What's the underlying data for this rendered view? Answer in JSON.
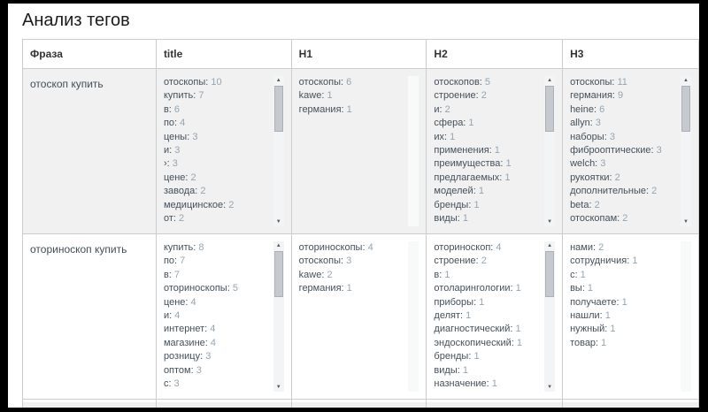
{
  "page": {
    "title": "Анализ тегов"
  },
  "icons": {
    "scroll_up": "▲",
    "scroll_down": "▼"
  },
  "colors": {
    "frame": "#000000",
    "row_stripe": "#f1f1f1",
    "table_border": "#cccccc",
    "word_text": "#44505b",
    "count_text": "#95a4b1",
    "scrollbar_thumb": "#c6cace"
  },
  "table": {
    "headers": [
      "Фраза",
      "title",
      "H1",
      "H2",
      "H3"
    ],
    "column_keys": [
      "title",
      "h1",
      "h2",
      "h3"
    ],
    "rows": [
      {
        "phrase": "отоскоп купить",
        "title": [
          {
            "word": "отоскопы",
            "count": 10
          },
          {
            "word": "купить",
            "count": 7
          },
          {
            "word": "в",
            "count": 6
          },
          {
            "word": "по",
            "count": 4
          },
          {
            "word": "цены",
            "count": 3
          },
          {
            "word": "и",
            "count": 3
          },
          {
            "word": "›",
            "count": 3
          },
          {
            "word": "цене",
            "count": 2
          },
          {
            "word": "завода",
            "count": 2
          },
          {
            "word": "медицинское",
            "count": 2
          },
          {
            "word": "от",
            "count": 2
          }
        ],
        "h1": [
          {
            "word": "отоскопы",
            "count": 6
          },
          {
            "word": "kawe",
            "count": 1
          },
          {
            "word": "германия",
            "count": 1
          }
        ],
        "h2": [
          {
            "word": "отоскопов",
            "count": 5
          },
          {
            "word": "строение",
            "count": 2
          },
          {
            "word": "и",
            "count": 2
          },
          {
            "word": "сфера",
            "count": 1
          },
          {
            "word": "их",
            "count": 1
          },
          {
            "word": "применения",
            "count": 1
          },
          {
            "word": "преимущества",
            "count": 1
          },
          {
            "word": "предлагаемых",
            "count": 1
          },
          {
            "word": "моделей",
            "count": 1
          },
          {
            "word": "бренды",
            "count": 1
          },
          {
            "word": "виды",
            "count": 1
          }
        ],
        "h3": [
          {
            "word": "отоскопы",
            "count": 11
          },
          {
            "word": "германия",
            "count": 9
          },
          {
            "word": "heine",
            "count": 6
          },
          {
            "word": "allyn",
            "count": 3
          },
          {
            "word": "наборы",
            "count": 3
          },
          {
            "word": "фиброоптические",
            "count": 3
          },
          {
            "word": "welch",
            "count": 3
          },
          {
            "word": "рукоятки",
            "count": 2
          },
          {
            "word": "дополнительные",
            "count": 2
          },
          {
            "word": "beta",
            "count": 2
          },
          {
            "word": "отоскопам",
            "count": 2
          }
        ]
      },
      {
        "phrase": "оториноскоп купить",
        "title": [
          {
            "word": "купить",
            "count": 8
          },
          {
            "word": "по",
            "count": 7
          },
          {
            "word": "в",
            "count": 7
          },
          {
            "word": "оториноскопы",
            "count": 5
          },
          {
            "word": "цене",
            "count": 4
          },
          {
            "word": "и",
            "count": 4
          },
          {
            "word": "интернет",
            "count": 4
          },
          {
            "word": "магазине",
            "count": 4
          },
          {
            "word": "розницу",
            "count": 3
          },
          {
            "word": "оптом",
            "count": 3
          },
          {
            "word": "с",
            "count": 3
          }
        ],
        "h1": [
          {
            "word": "оториноскопы",
            "count": 4
          },
          {
            "word": "отоскопы",
            "count": 3
          },
          {
            "word": "kawe",
            "count": 2
          },
          {
            "word": "германия",
            "count": 1
          }
        ],
        "h2": [
          {
            "word": "оториноскоп",
            "count": 4
          },
          {
            "word": "строение",
            "count": 2
          },
          {
            "word": "в",
            "count": 1
          },
          {
            "word": "отоларингологии",
            "count": 1
          },
          {
            "word": "приборы",
            "count": 1
          },
          {
            "word": "делят",
            "count": 1
          },
          {
            "word": "диагностический",
            "count": 1
          },
          {
            "word": "эндоскопический",
            "count": 1
          },
          {
            "word": "бренды",
            "count": 1
          },
          {
            "word": "виды",
            "count": 1
          },
          {
            "word": "назначение",
            "count": 1
          }
        ],
        "h3": [
          {
            "word": "нами",
            "count": 2
          },
          {
            "word": "сотрудничия",
            "count": 1
          },
          {
            "word": "с",
            "count": 1
          },
          {
            "word": "вы",
            "count": 1
          },
          {
            "word": "получаете",
            "count": 1
          },
          {
            "word": "нашли",
            "count": 1
          },
          {
            "word": "нужный",
            "count": 1
          },
          {
            "word": "товар",
            "count": 1
          }
        ]
      }
    ]
  }
}
